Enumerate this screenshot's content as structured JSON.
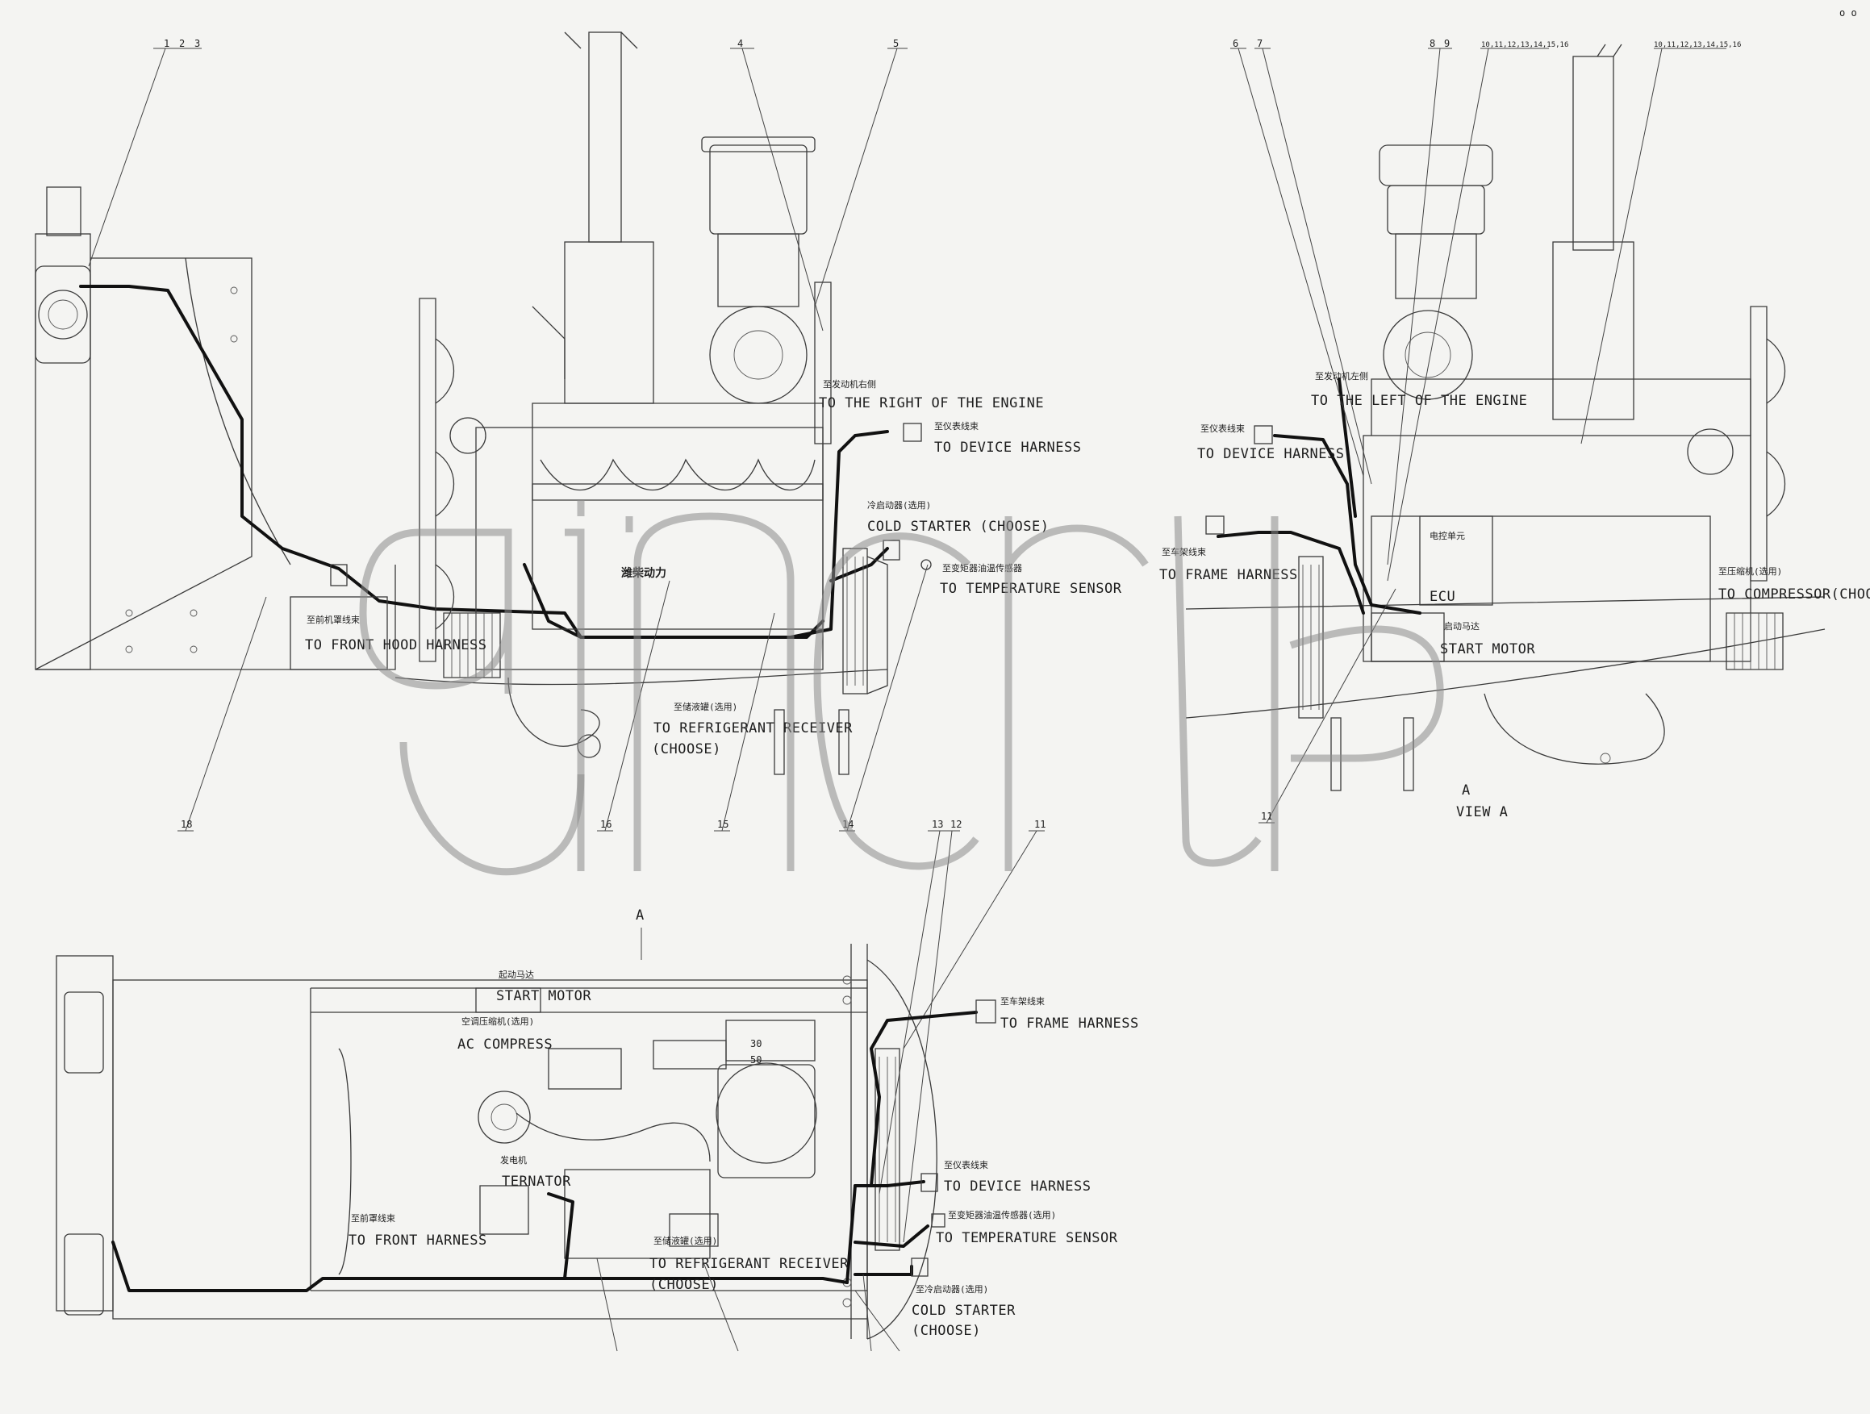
{
  "watermark": "ajincy",
  "corner_mark": "o o",
  "views": {
    "left": {
      "callouts_top": [
        "1",
        "2",
        "3",
        "4",
        "5"
      ],
      "callouts_bottom": [
        "18",
        "16",
        "15",
        "14",
        "13",
        "12",
        "11"
      ],
      "labels": [
        {
          "cn": "至发动机右侧",
          "en": "TO THE RIGHT OF THE ENGINE"
        },
        {
          "cn": "至仪表线束",
          "en": "TO DEVICE HARNESS"
        },
        {
          "cn": "冷启动器(选用)",
          "en": "COLD STARTER (CHOOSE)"
        },
        {
          "cn": "至变矩器油温传感器",
          "en": "TO TEMPERATURE SENSOR"
        },
        {
          "cn": "至前机罩线束",
          "en": "TO FRONT HOOD HARNESS"
        },
        {
          "cn": "至储液罐(选用)",
          "en": "TO REFRIGERANT RECEIVER"
        },
        {
          "en": "(CHOOSE)"
        }
      ],
      "engine_brand": "潍柴动力"
    },
    "right": {
      "callouts_top": [
        "6",
        "7",
        "8",
        "9",
        "10,11,12,13,14,15,16",
        "10,11,12,13,14,15,16"
      ],
      "callouts_bottom": [
        "11"
      ],
      "labels": [
        {
          "cn": "至发动机左侧",
          "en": "TO THE LEFT OF THE ENGINE"
        },
        {
          "cn": "至仪表线束",
          "en": "TO DEVICE HARNESS"
        },
        {
          "cn": "至车架线束",
          "en": "TO FRAME HARNESS"
        },
        {
          "cn": "至压缩机(选用)",
          "en": "TO COMPRESSOR(CHOOSE)"
        },
        {
          "cn": "启动马达",
          "en": "START MOTOR"
        },
        {
          "cn": "电控单元",
          "en": "ECU"
        }
      ],
      "view_label": "A",
      "view_title": "VIEW A"
    },
    "bottom": {
      "view_arrow": "A",
      "labels": [
        {
          "cn": "起动马达",
          "en": "START MOTOR"
        },
        {
          "cn": "空调压缩机(选用)",
          "en": "AC COMPRESS"
        },
        {
          "cn": "至车架线束",
          "en": "TO FRAME HARNESS"
        },
        {
          "cn": "发电机",
          "en": "TERNATOR"
        },
        {
          "cn": "至仪表线束",
          "en": "TO DEVICE HARNESS"
        },
        {
          "cn": "至前罩线束",
          "en": "TO FRONT HARNESS"
        },
        {
          "cn": "至变矩器油温传感器(选用)",
          "en": "TO TEMPERATURE SENSOR"
        },
        {
          "cn": "至储液罐(选用)",
          "en": "TO REFRIGERANT RECEIVER"
        },
        {
          "en": "(CHOOSE)"
        },
        {
          "cn": "至冷启动器(选用)",
          "en": "COLD STARTER"
        },
        {
          "en": "(CHOOSE)"
        }
      ],
      "relay_labels": [
        "30",
        "50"
      ]
    }
  },
  "colors": {
    "background": "#f4f4f2",
    "line": "#3a3a3a",
    "harness": "#111111",
    "watermark": "#8a8a8a"
  }
}
